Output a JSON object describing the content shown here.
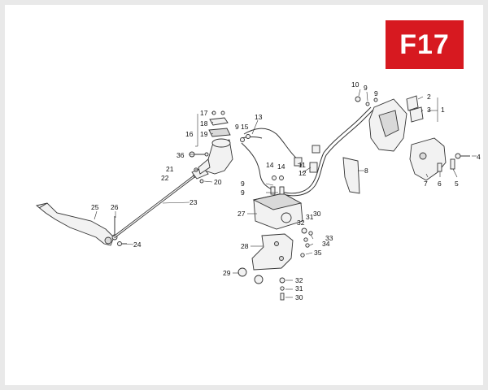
{
  "badge": {
    "code": "F17"
  },
  "colors": {
    "badge_bg": "#d71920",
    "frame": "#e9e9e9"
  },
  "labels": {
    "l1": "1",
    "l2": "2",
    "l3": "3",
    "l4": "4",
    "l5": "5",
    "l6": "6",
    "l7": "7",
    "l8": "8",
    "l9a": "9",
    "l9b": "9",
    "l9c": "9",
    "l9d": "9",
    "l9e": "9",
    "l10": "10",
    "l11": "11",
    "l12": "12",
    "l13": "13",
    "l14a": "14",
    "l14b": "14",
    "l15": "15",
    "l16": "16",
    "l17": "17",
    "l18": "18",
    "l19": "19",
    "l20": "20",
    "l21": "21",
    "l22": "22",
    "l23": "23",
    "l24": "24",
    "l25": "25",
    "l26": "26",
    "l27": "27",
    "l28": "28",
    "l29": "29",
    "l30a": "30",
    "l30b": "30",
    "l31a": "31",
    "l31b": "31",
    "l32a": "32",
    "l32b": "32",
    "l33": "33",
    "l34": "34",
    "l35": "35",
    "l36": "36"
  }
}
